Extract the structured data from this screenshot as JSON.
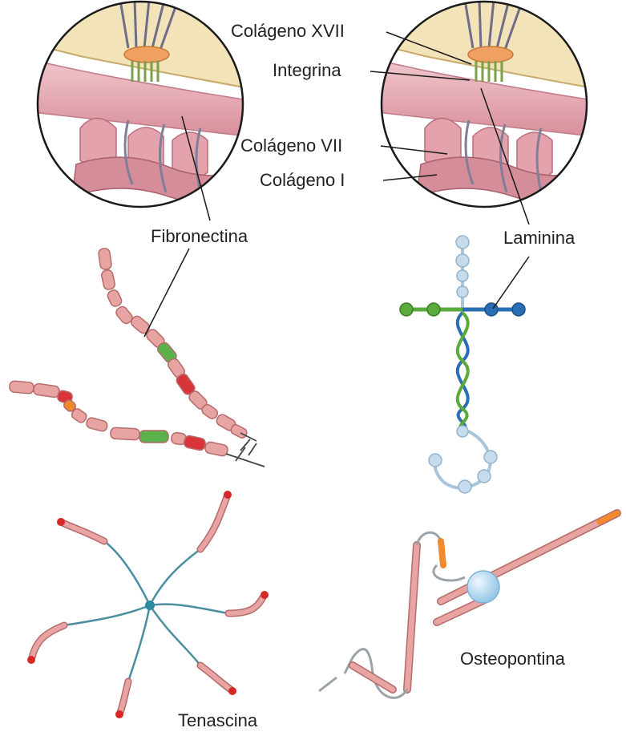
{
  "labels": {
    "colageno_xvii": "Colágeno XVII",
    "integrina": "Integrina",
    "colageno_vii": "Colágeno VII",
    "colageno_i": "Colágeno I",
    "fibronectina": "Fibronectina",
    "laminina": "Laminina",
    "tenascina": "Tenascina",
    "osteopontina": "Osteopontina"
  },
  "colors": {
    "segment_pink": "#e8a3a3",
    "segment_stroke": "#b56b6b",
    "domain_green": "#5bb24a",
    "domain_red": "#d8343a",
    "domain_orange": "#f08a2a",
    "laminin_pale": "#c6dcec",
    "laminin_blue": "#2a6fb5",
    "laminin_green": "#5aaa3c",
    "tenascin_hub": "#2a8aa0",
    "tenascin_tip": "#d62828",
    "osteopontin_sphere": "#a9d4ee",
    "cell_cream": "#f2e3b8",
    "tissue_pink": "#e6aeb8"
  },
  "icons": [
    "magnifier-circle-left",
    "magnifier-circle-right"
  ]
}
